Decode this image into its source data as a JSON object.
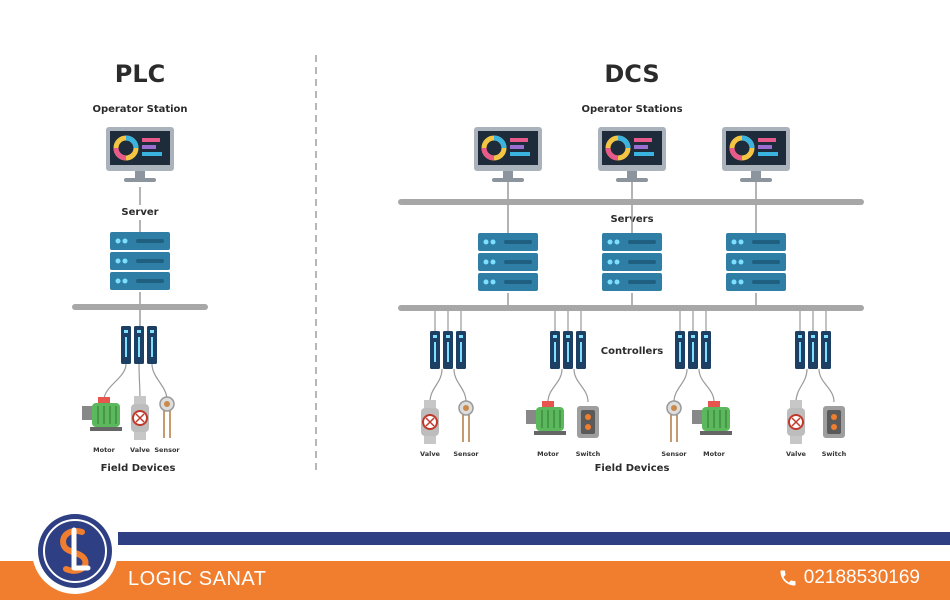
{
  "plc": {
    "title": "PLC",
    "operator_label": "Operator Station",
    "server_label": "Server",
    "field_label": "Field Devices",
    "devices": [
      "Motor",
      "Valve",
      "Sensor"
    ]
  },
  "dcs": {
    "title": "DCS",
    "operator_label": "Operator Stations",
    "servers_label": "Servers",
    "controllers_label": "Controllers",
    "field_label": "Field Devices",
    "device_groups": [
      [
        "Valve",
        "Sensor"
      ],
      [
        "Motor",
        "Switch"
      ],
      [
        "Sensor",
        "Motor"
      ],
      [
        "Valve",
        "Switch"
      ]
    ]
  },
  "footer": {
    "brand": "LOGIC SANAT",
    "phone": "02188530169",
    "phone_icon": "phone-icon",
    "logo_icon": "logic-sanat-logo"
  },
  "colors": {
    "monitor": "#aab3bb",
    "server": "#2f7ea6",
    "controller": "#1d3f63",
    "bus": "#a7a7a7",
    "motor": "#5cb85c",
    "brand_orange": "#f07e2e",
    "brand_navy": "#2e3f84"
  }
}
